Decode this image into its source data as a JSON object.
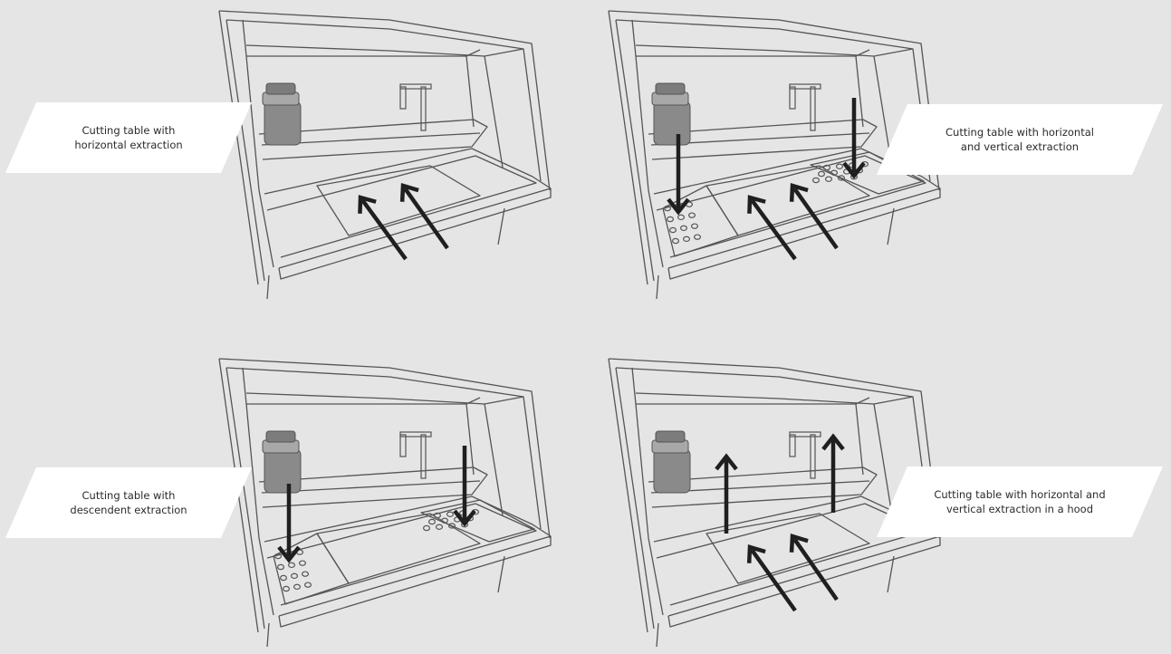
{
  "diagram": {
    "panels": [
      {
        "id": "horizontal",
        "label_lines": [
          "Cutting table with",
          "horizontal extraction"
        ]
      },
      {
        "id": "horizontal-vertical",
        "label_lines": [
          "Cutting table with horizontal",
          "and vertical extraction"
        ]
      },
      {
        "id": "descendent",
        "label_lines": [
          "Cutting table with",
          "descendent extraction"
        ]
      },
      {
        "id": "hood",
        "label_lines": [
          "Cutting table with horizontal and",
          "vertical extraction in a hood"
        ]
      }
    ],
    "colors": {
      "background": "#e5e5e6",
      "label_fill": "#ffffff",
      "outline": "#555555",
      "bottle": "#8a8a8a",
      "arrow": "#1f1f1f"
    }
  }
}
